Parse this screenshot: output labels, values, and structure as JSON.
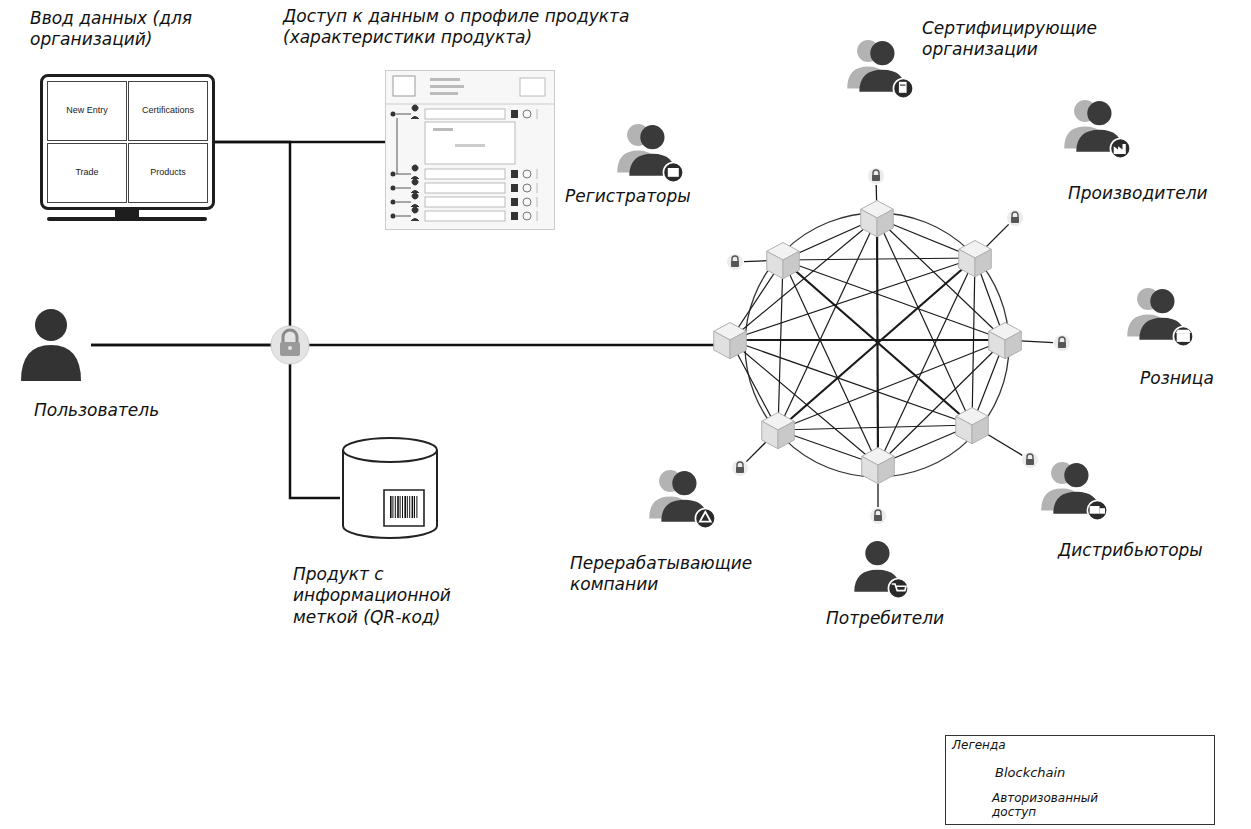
{
  "diagram": {
    "nodes": [
      {
        "text": [
          "Ввод данных (для организаций)"
        ]
      },
      {
        "text": [
          "New Entry"
        ],
        "in": 0
      },
      {
        "text": [
          "Certifications"
        ],
        "in": 0
      },
      {
        "text": [
          "Trade"
        ],
        "in": 0
      },
      {
        "text": [
          "Products"
        ],
        "in": 0
      },
      {
        "text": [
          "Доступ к данным о профиле продукта (характеристики продукта)"
        ]
      },
      {
        "text": [
          "Пользователь"
        ]
      },
      {
        "text": [
          "Продукт с информационной меткой (QR-код)"
        ]
      }
    ],
    "edges": [
      {
        "from": 0,
        "to": 5,
        "arrow": "none"
      },
      {
        "from": 6,
        "to": 0,
        "arrow": "none"
      },
      {
        "from": 6,
        "to": 7,
        "arrow": "none"
      }
    ],
    "labels": [
      "Сертифицирующие организации",
      "Производители",
      "Розница",
      "Дистрибьюторы",
      "Потребители",
      "Перерабатывающие компании",
      "Регистраторы",
      "Легенда"
    ],
    "legend": [
      {
        "text": "Blockchain"
      },
      {
        "text": "Авторизованный доступ"
      }
    ]
  }
}
